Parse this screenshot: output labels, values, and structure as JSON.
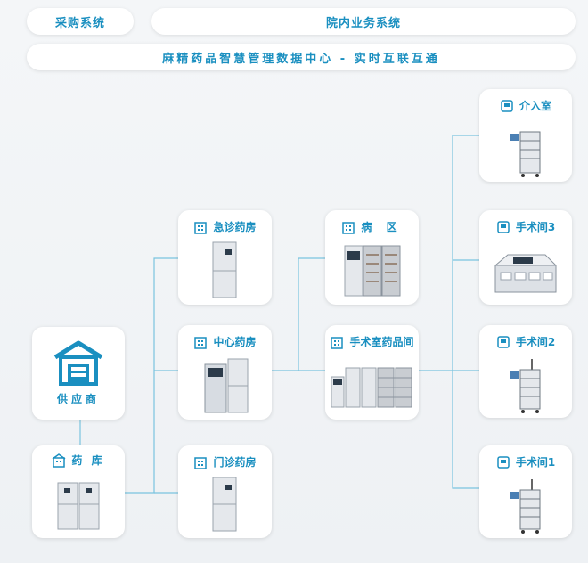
{
  "header": {
    "procurement": "采购系统",
    "hospital": "院内业务系统",
    "center": "麻精药品智慧管理数据中心 - 实时互联互通"
  },
  "nodes": {
    "supplier": "供应商",
    "warehouse": "药 库",
    "emergency": "急诊药房",
    "central": "中心药房",
    "outpatient": "门诊药房",
    "ward": "病 区",
    "or_pharmacy": "手术室药品间",
    "interventional": "介入室",
    "or3": "手术间3",
    "or2": "手术间2",
    "or1": "手术间1"
  },
  "colors": {
    "accent": "#1a8fc0",
    "line": "#7ac4df"
  }
}
